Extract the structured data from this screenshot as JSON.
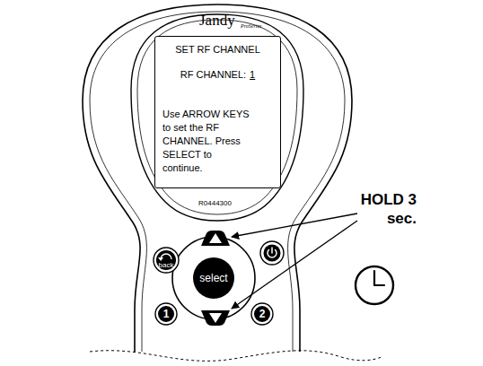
{
  "diagram": {
    "nodes": [
      {
        "text": [
          "SET RF CHANNEL",
          "RF CHANNEL:",
          "1",
          "Use ARROW KEYS to set the RF CHANNEL. Press SELECT to continue."
        ]
      },
      {
        "text": [
          "back"
        ]
      },
      {
        "text": [
          "select"
        ]
      },
      {
        "text": [
          "1"
        ]
      },
      {
        "text": [
          "2"
        ]
      }
    ],
    "labels": [
      "Jandy",
      "ProSeries",
      "R0444300",
      "HOLD 3 sec."
    ]
  }
}
